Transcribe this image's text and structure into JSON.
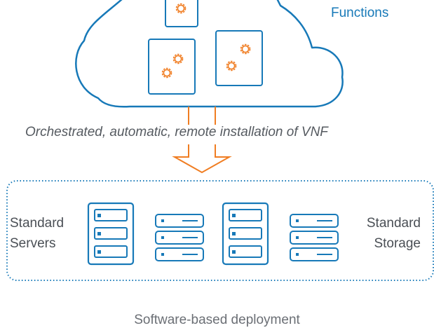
{
  "cloud": {
    "functions_label": "Functions"
  },
  "arrow": {
    "caption": "Orchestrated, automatic, remote installation of VNF"
  },
  "infrastructure": {
    "servers_label_line1": "Standard",
    "servers_label_line2": "Servers",
    "storage_label_line1": "Standard",
    "storage_label_line2": "Storage"
  },
  "footer": {
    "caption": "Software-based deployment"
  },
  "colors": {
    "blue": "#1779b8",
    "orange": "#f07d22",
    "text": "#4a4f55"
  },
  "icons": [
    "cloud-icon",
    "vnf-box-icon",
    "gears-icon",
    "server-tower-icon",
    "storage-unit-icon",
    "down-arrow-icon"
  ]
}
